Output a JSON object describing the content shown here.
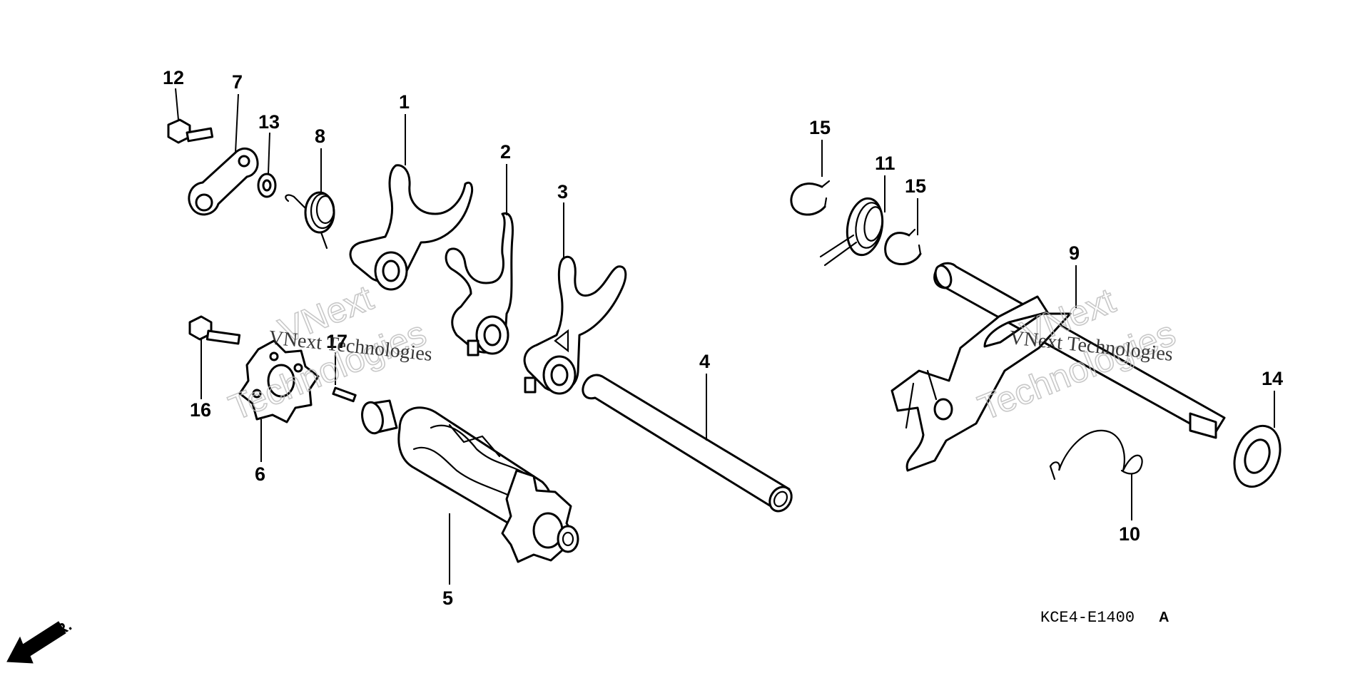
{
  "diagram": {
    "callouts": [
      "1",
      "2",
      "3",
      "4",
      "5",
      "6",
      "7",
      "8",
      "9",
      "10",
      "11",
      "12",
      "13",
      "14",
      "15",
      "15",
      "16",
      "17"
    ],
    "code": "KCE4-E1400",
    "code_suffix": "A",
    "direction_label": "FR.",
    "watermarks": [
      {
        "name": "VNext Technologies",
        "line1": "VNext",
        "line2": "Technologies",
        "caption": "VNext Technologies"
      },
      {
        "name": "VNext Technologies",
        "line1": "VNext",
        "line2": "Technologies",
        "caption": "VNext Technologies"
      }
    ]
  }
}
